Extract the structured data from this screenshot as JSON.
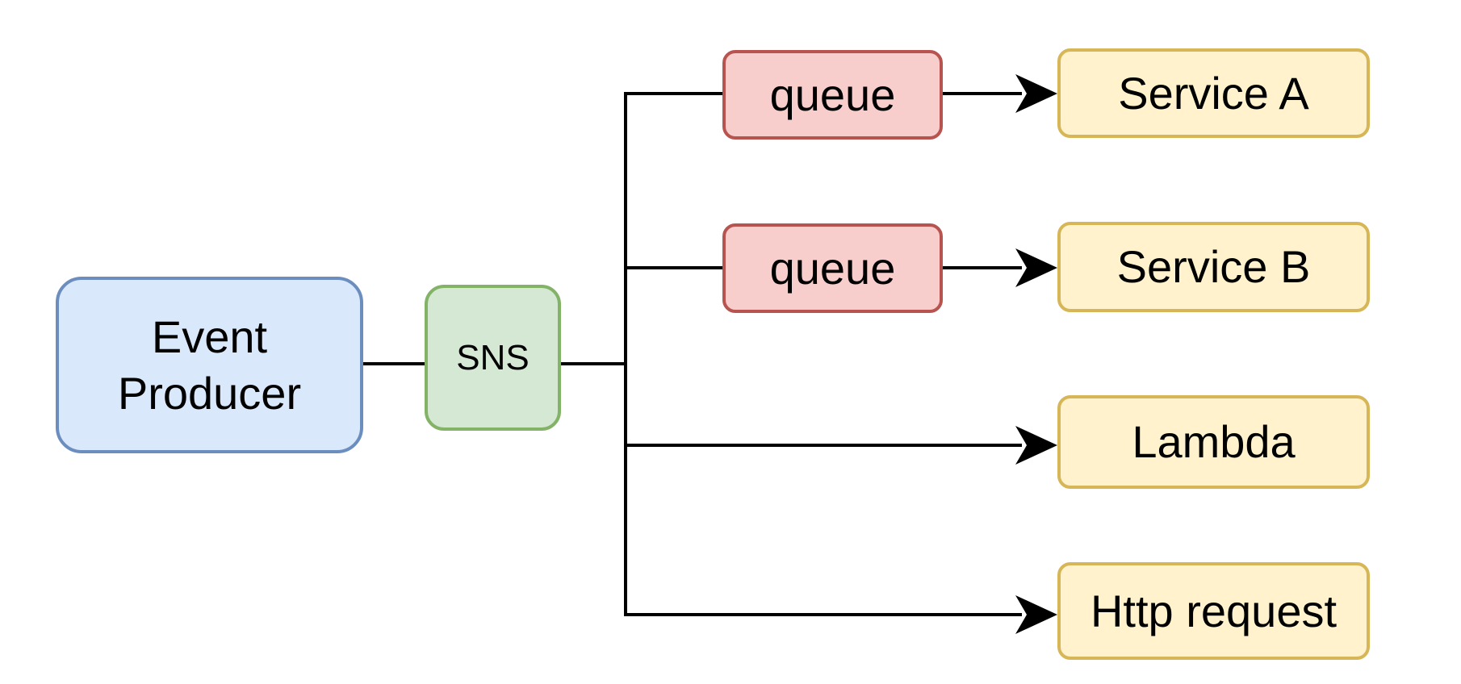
{
  "nodes": {
    "producer": {
      "label_line1": "Event",
      "label_line2": "Producer"
    },
    "sns": {
      "label": "SNS"
    },
    "queue_a": {
      "label": "queue"
    },
    "queue_b": {
      "label": "queue"
    },
    "service_a": {
      "label": "Service A"
    },
    "service_b": {
      "label": "Service B"
    },
    "lambda": {
      "label": "Lambda"
    },
    "http": {
      "label": "Http request"
    }
  },
  "colors": {
    "producer_fill": "#dae8fc",
    "producer_border": "#6c8ebf",
    "sns_fill": "#d5e8d4",
    "sns_border": "#82b366",
    "queue_fill": "#f8cecc",
    "queue_border": "#b85450",
    "target_fill": "#fff2cc",
    "target_border": "#d6b656",
    "line": "#000000"
  }
}
